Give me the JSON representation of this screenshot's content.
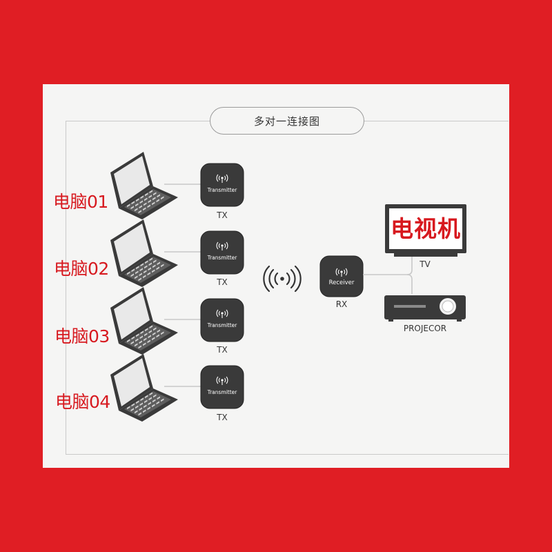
{
  "title": "多对一连接图",
  "computers": [
    {
      "label": "电脑01",
      "tx_label": "TX",
      "box_text": "Transmitter"
    },
    {
      "label": "电脑02",
      "tx_label": "TX",
      "box_text": "Transmitter"
    },
    {
      "label": "电脑03",
      "tx_label": "TX",
      "box_text": "Transmitter"
    },
    {
      "label": "电脑04",
      "tx_label": "TX",
      "box_text": "Transmitter"
    }
  ],
  "receiver": {
    "box_text": "Receiver",
    "label": "RX"
  },
  "tv": {
    "screen_text": "电视机",
    "label": "TV"
  },
  "projector": {
    "label": "PROJECOR"
  },
  "colors": {
    "background": "#e01e24",
    "panel": "#f5f5f4",
    "device": "#3a3a3a",
    "label_red": "#d7191f"
  }
}
